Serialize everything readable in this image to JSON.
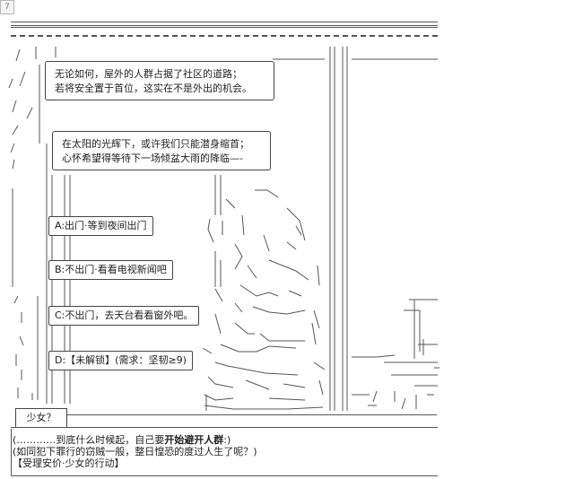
{
  "page": {
    "number": "7"
  },
  "bubbles": [
    {
      "lines": [
        "无论如何，屋外的人群占据了社区的道路；",
        "若将安全置于首位，这实在不是外出的机会。"
      ]
    },
    {
      "lines": [
        "在太阳的光辉下，或许我们只能潜身缩首；",
        "心怀希望得等待下一场倾盆大雨的降临—-"
      ]
    }
  ],
  "choices": [
    {
      "label": "A:出门·等到夜间出门"
    },
    {
      "label": "B:不出门·看看电视新闻吧"
    },
    {
      "label": "C:不出门，去天台看看窗外吧。"
    },
    {
      "label": "D:【未解锁】(需求：坚韧≥9)"
    }
  ],
  "speaker": {
    "name": "少女？"
  },
  "narration": {
    "line1_pre": "(…………到底什么时候起，自己要",
    "line1_bold": "开始避开人群",
    "line1_post": ":)",
    "line2": "(如同犯下罪行的窃贼一般，整日惶恐的度过人生了呢？)",
    "line3": "【受理安价·少女的行动】"
  }
}
